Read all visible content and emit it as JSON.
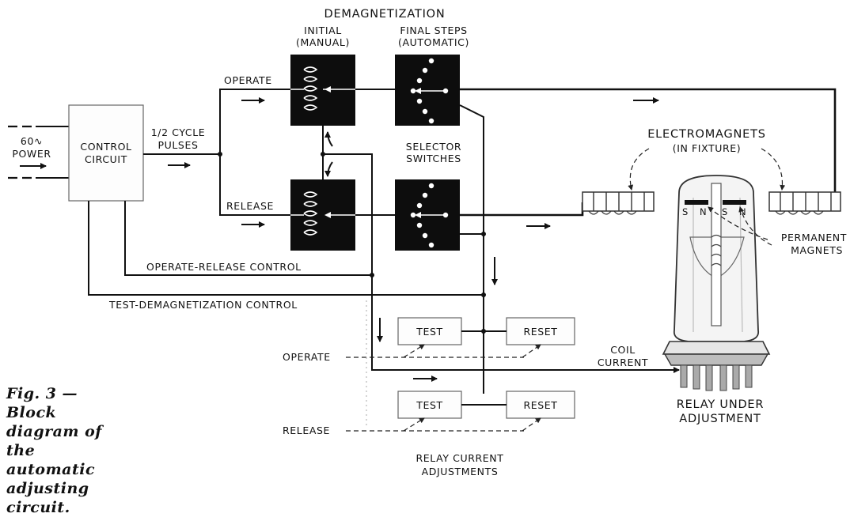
{
  "labels": {
    "demag_title": "DEMAGNETIZATION",
    "initial_1": "INITIAL",
    "initial_2": "(MANUAL)",
    "final_1": "FINAL STEPS",
    "final_2": "(AUTOMATIC)",
    "operate": "OPERATE",
    "release": "RELEASE",
    "power_1": "60∿",
    "power_2": "POWER",
    "control_1": "CONTROL",
    "control_2": "CIRCUIT",
    "pulses_1": "1/2 CYCLE",
    "pulses_2": "PULSES",
    "selector_1": "SELECTOR",
    "selector_2": "SWITCHES",
    "electro_1": "ELECTROMAGNETS",
    "electro_2": "(IN FIXTURE)",
    "op_rel_ctrl": "OPERATE-RELEASE CONTROL",
    "test_demag_ctrl": "TEST-DEMAGNETIZATION CONTROL",
    "test_top": "TEST",
    "reset_top": "RESET",
    "test_bottom": "TEST",
    "reset_bottom": "RESET",
    "operate_adj": "OPERATE",
    "release_adj": "RELEASE",
    "coil_1": "COIL",
    "coil_2": "CURRENT",
    "relay_1": "RELAY UNDER",
    "relay_2": "ADJUSTMENT",
    "perm_1": "PERMANENT",
    "perm_2": "MAGNETS",
    "pole_s1": "S",
    "pole_n1": "N",
    "pole_s2": "S",
    "pole_n2": "N",
    "adj_1": "RELAY CURRENT",
    "adj_2": "ADJUSTMENTS"
  },
  "caption": "Fig. 3 — Block diagram of the automatic adjusting circuit."
}
